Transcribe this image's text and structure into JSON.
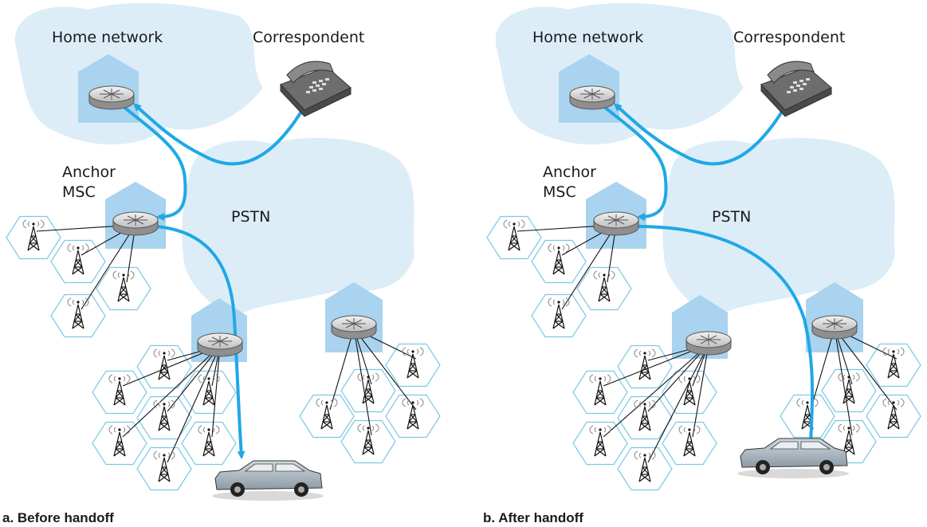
{
  "panels": [
    {
      "id": "a",
      "home_network_label": "Home network",
      "correspondent_label": "Correspondent",
      "anchor_label_line1": "Anchor",
      "anchor_label_line2": "MSC",
      "pstn_label": "PSTN",
      "caption": "a.  Before handoff"
    },
    {
      "id": "b",
      "home_network_label": "Home network",
      "correspondent_label": "Correspondent",
      "anchor_label_line1": "Anchor",
      "anchor_label_line2": "MSC",
      "pstn_label": "PSTN",
      "caption": "b.  After handoff"
    }
  ],
  "colors": {
    "route": "#20a8e6",
    "cloud": "#dcedf8",
    "msc_building": "#a9d3ee",
    "cell_outline": "#7cc8e8"
  },
  "icons": [
    "router-icon",
    "telephone-icon",
    "car-icon",
    "cell-tower-icon"
  ]
}
